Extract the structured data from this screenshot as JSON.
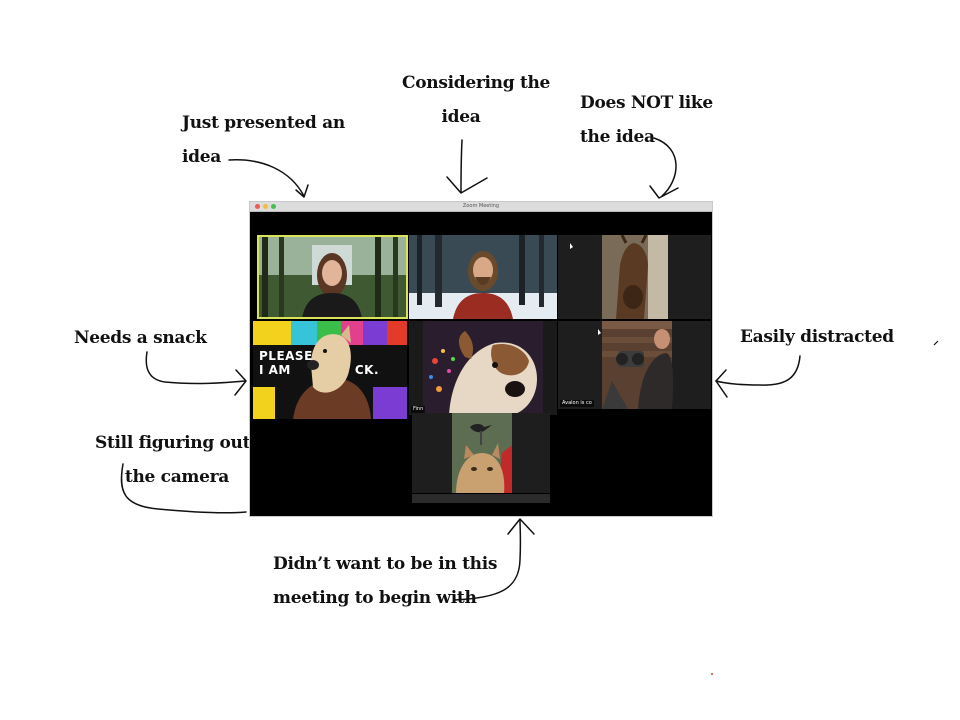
{
  "annotations": {
    "just_presented": [
      "Just presented an",
      "idea"
    ],
    "considering": [
      "Considering the",
      "idea"
    ],
    "does_not_like": [
      "Does NOT like",
      "the idea"
    ],
    "needs_snack": "Needs a snack",
    "easily_distracted": "Easily distracted",
    "still_figuring": [
      "Still figuring out",
      "the camera"
    ],
    "didnt_want": [
      "Didn’t want to be in this",
      "meeting to begin with"
    ]
  },
  "window": {
    "title": "Zoom Meeting"
  },
  "tiles": {
    "dog_banner": [
      "PLEASE",
      "I AM",
      "CK."
    ],
    "finn_name": "Finn",
    "avalon_name": "Avalon is co"
  },
  "colors": {
    "annotation_text": "#111111",
    "active_speaker": "#d8e35a",
    "red_arrow": "#d42020"
  }
}
